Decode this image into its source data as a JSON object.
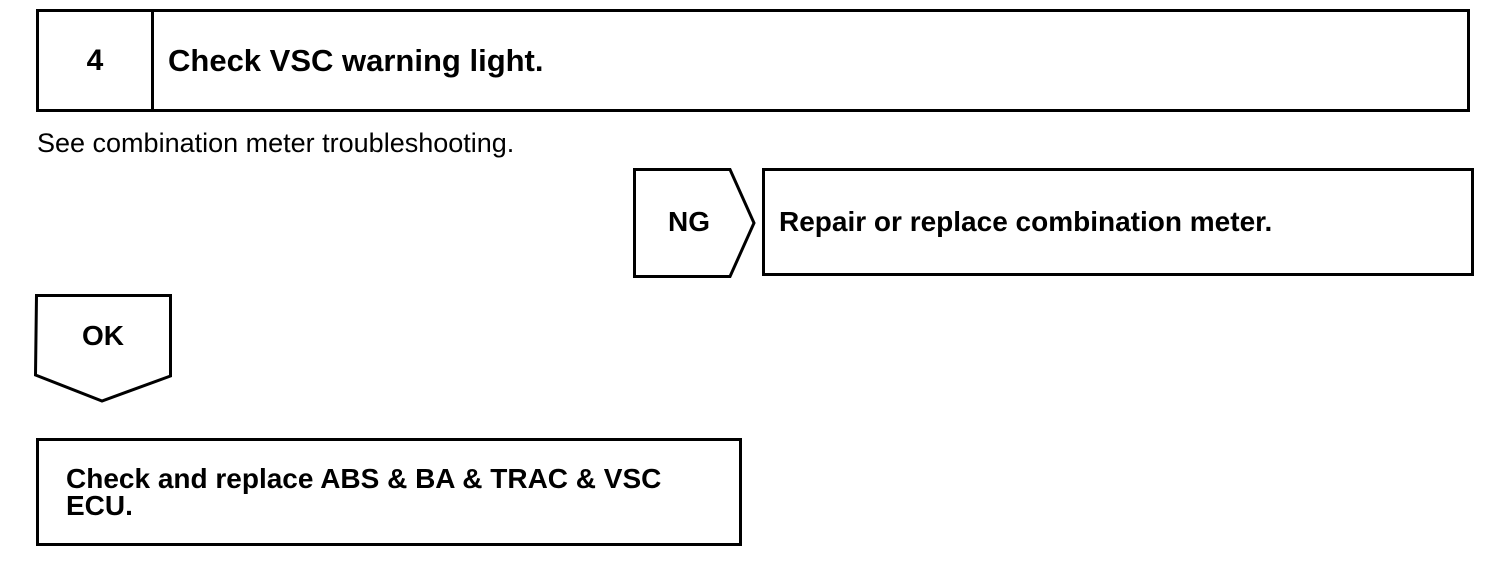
{
  "step": {
    "number": "4",
    "title": "Check VSC warning light."
  },
  "instruction": "See combination meter troubleshooting.",
  "ng_branch": {
    "label": "NG",
    "result": "Repair or replace combination meter."
  },
  "ok_branch": {
    "label": "OK",
    "result": "Check and replace ABS & BA & TRAC & VSC ECU."
  }
}
